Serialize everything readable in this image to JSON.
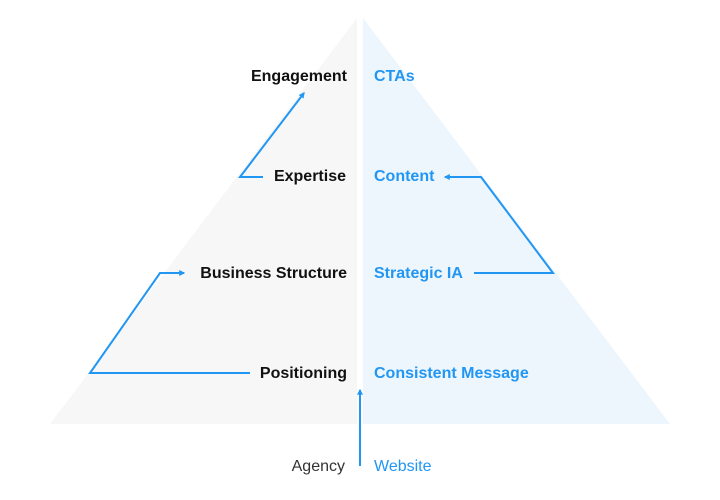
{
  "left_column": {
    "engagement": "Engagement",
    "expertise": "Expertise",
    "business_structure": "Business Structure",
    "positioning": "Positioning"
  },
  "right_column": {
    "ctas": "CTAs",
    "content": "Content",
    "strategic_ia": "Strategic IA",
    "consistent_message": "Consistent Message"
  },
  "footer": {
    "agency": "Agency",
    "website": "Website"
  },
  "colors": {
    "accent": "#2196f3",
    "left_fill": "#f7f7f7",
    "right_fill": "#eef6fd",
    "text_dark": "#111111"
  }
}
